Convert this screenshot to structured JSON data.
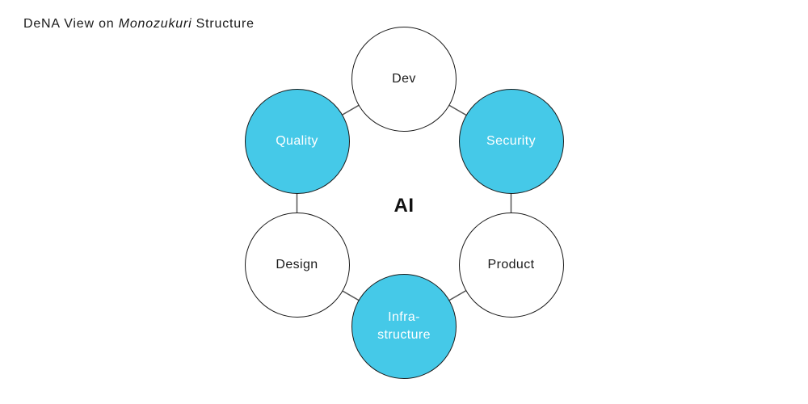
{
  "title": {
    "prefix": "DeNA View on ",
    "italic": "Monozukuri",
    "suffix": " Structure"
  },
  "center_label": "AI",
  "colors": {
    "accent": "#45C9E8",
    "circle_border": "#1a1a1a",
    "connector": "#555555",
    "text_dark": "#1a1a1a",
    "text_light": "#ffffff",
    "background": "#ffffff"
  },
  "nodes": [
    {
      "id": "dev",
      "label": "Dev",
      "filled": false
    },
    {
      "id": "security",
      "label": "Security",
      "filled": true
    },
    {
      "id": "product",
      "label": "Product",
      "filled": false
    },
    {
      "id": "infrastructure",
      "label": "Infra-\nstructure",
      "filled": true
    },
    {
      "id": "design",
      "label": "Design",
      "filled": false
    },
    {
      "id": "quality",
      "label": "Quality",
      "filled": true
    }
  ]
}
